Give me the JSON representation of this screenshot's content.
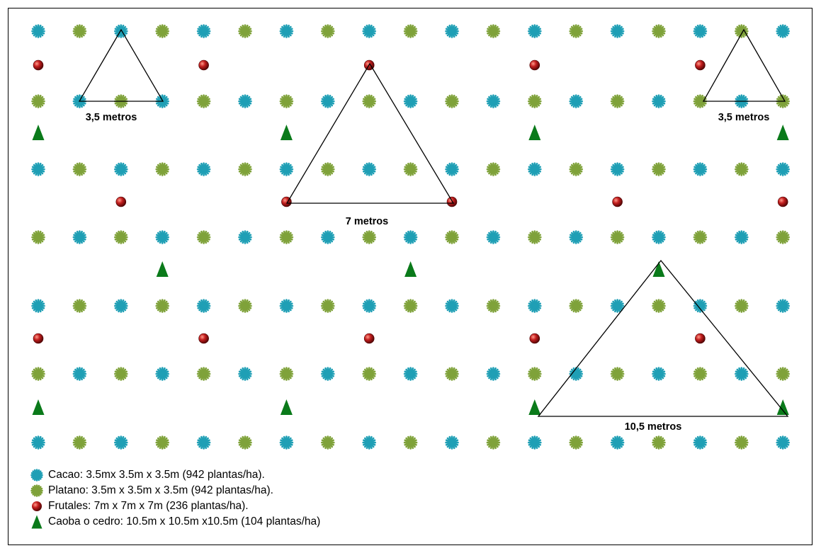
{
  "colors": {
    "cacao": "#1f9fb5",
    "platano": "#7fa23a",
    "frutales": "#b11a1a",
    "caoba": "#0a7a1a",
    "lines": "#000000"
  },
  "icons": {
    "cacao": "cacao-star-icon",
    "platano": "platano-star-icon",
    "frutales": "frutales-sphere-icon",
    "caoba": "caoba-triangle-icon"
  },
  "distance_labels": {
    "small_left": "3,5 metros",
    "small_right": "3,5 metros",
    "medium": "7 metros",
    "large": "10,5 metros"
  },
  "legend": [
    {
      "key": "cacao",
      "text": "Cacao: 3.5mx 3.5m x 3.5m (942 plantas/ha)."
    },
    {
      "key": "platano",
      "text": "Platano: 3.5m x 3.5m x 3.5m (942 plantas/ha)."
    },
    {
      "key": "frutales",
      "text": "Frutales: 7m x 7m x 7m (236 plantas/ha)."
    },
    {
      "key": "caoba",
      "text": "Caoba o cedro: 10.5m x 10.5m x10.5m (104 plantas/ha)"
    }
  ]
}
